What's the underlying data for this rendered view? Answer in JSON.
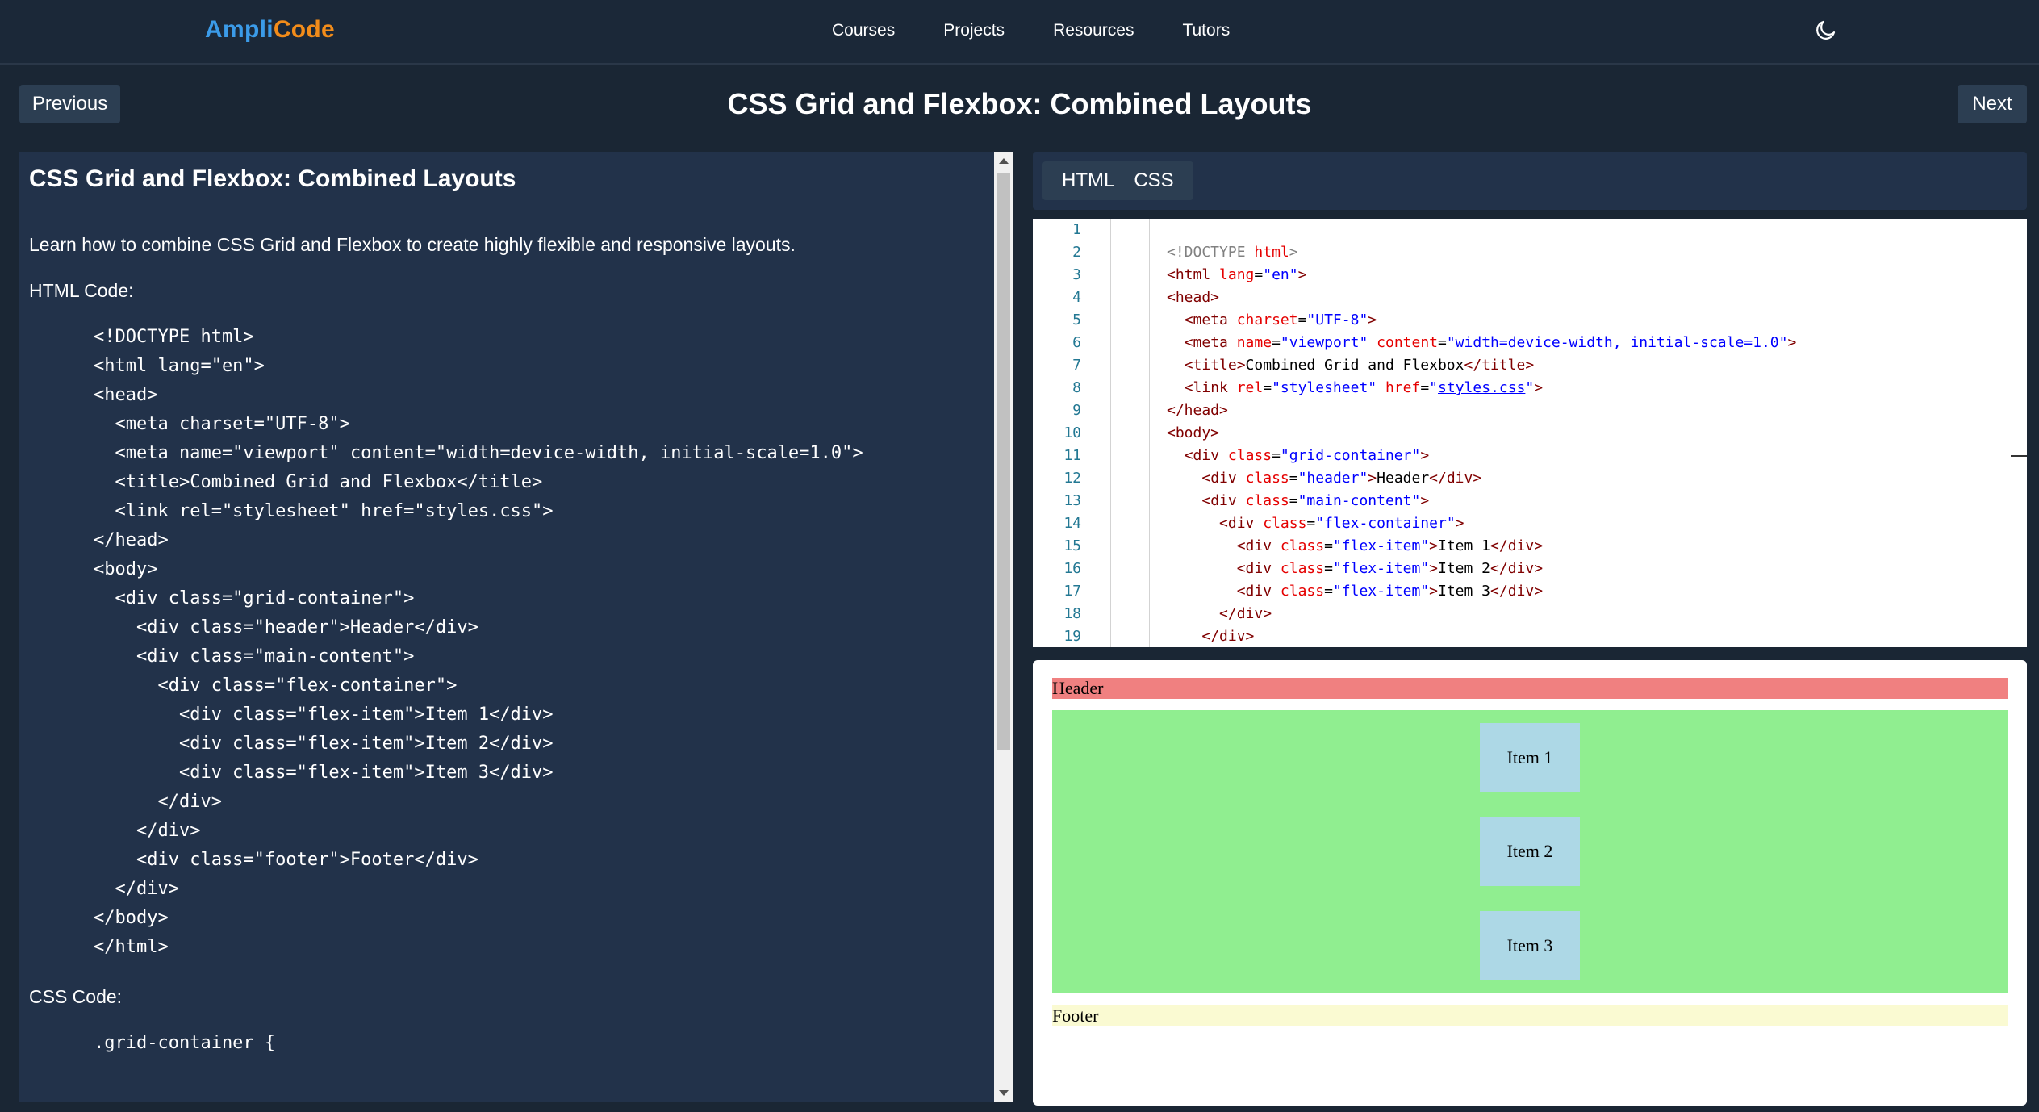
{
  "brand": {
    "part1": "Ampli",
    "part2": "Code",
    "color1": "#3b9be8",
    "color2": "#f28c1a"
  },
  "nav": {
    "items": [
      "Courses",
      "Projects",
      "Resources",
      "Tutors"
    ],
    "theme_toggle_icon": "moon-icon"
  },
  "page": {
    "title": "CSS Grid and Flexbox: Combined Layouts",
    "prev_label": "Previous",
    "next_label": "Next"
  },
  "lesson": {
    "title": "CSS Grid and Flexbox: Combined Layouts",
    "description": "Learn how to combine CSS Grid and Flexbox to create highly flexible and responsive layouts.",
    "html_label": "HTML Code:",
    "html_code": "<!DOCTYPE html>\n<html lang=\"en\">\n<head>\n  <meta charset=\"UTF-8\">\n  <meta name=\"viewport\" content=\"width=device-width, initial-scale=1.0\">\n  <title>Combined Grid and Flexbox</title>\n  <link rel=\"stylesheet\" href=\"styles.css\">\n</head>\n<body>\n  <div class=\"grid-container\">\n    <div class=\"header\">Header</div>\n    <div class=\"main-content\">\n      <div class=\"flex-container\">\n        <div class=\"flex-item\">Item 1</div>\n        <div class=\"flex-item\">Item 2</div>\n        <div class=\"flex-item\">Item 3</div>\n      </div>\n    </div>\n    <div class=\"footer\">Footer</div>\n  </div>\n</body>\n</html>",
    "css_label": "CSS Code:",
    "css_code": ".grid-container {"
  },
  "editor": {
    "tabs": [
      "HTML",
      "CSS"
    ],
    "line_numbers": [
      "1",
      "2",
      "3",
      "4",
      "5",
      "6",
      "7",
      "8",
      "9",
      "10",
      "11",
      "12",
      "13",
      "14",
      "15",
      "16",
      "17",
      "18",
      "19"
    ]
  },
  "preview": {
    "header": "Header",
    "items": [
      "Item 1",
      "Item 2",
      "Item 3"
    ],
    "footer": "Footer",
    "colors": {
      "header": "#f08080",
      "main": "#90ee90",
      "item": "#add8e6",
      "footer": "#fafad2"
    }
  }
}
